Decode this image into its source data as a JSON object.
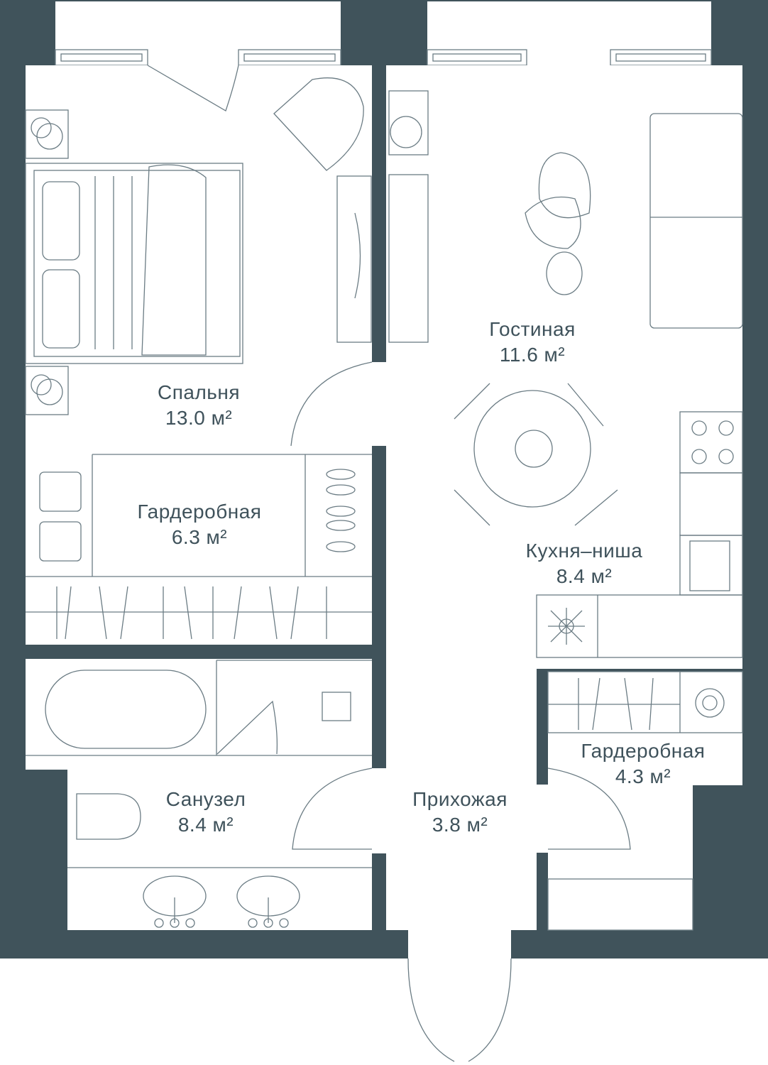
{
  "colors": {
    "wall": "#40535b",
    "line": "#6b7c84",
    "floor": "#ffffff",
    "text": "#3f525b"
  },
  "rooms": [
    {
      "name": "Спальня",
      "area": "13.0 м²"
    },
    {
      "name": "Гардеробная",
      "area": "6.3 м²"
    },
    {
      "name": "Гостиная",
      "area": "11.6 м²"
    },
    {
      "name": "Кухня–ниша",
      "area": "8.4 м²"
    },
    {
      "name": "Санузел",
      "area": "8.4 м²"
    },
    {
      "name": "Прихожая",
      "area": "3.8 м²"
    },
    {
      "name": "Гардеробная",
      "area": "4.3 м²"
    }
  ]
}
